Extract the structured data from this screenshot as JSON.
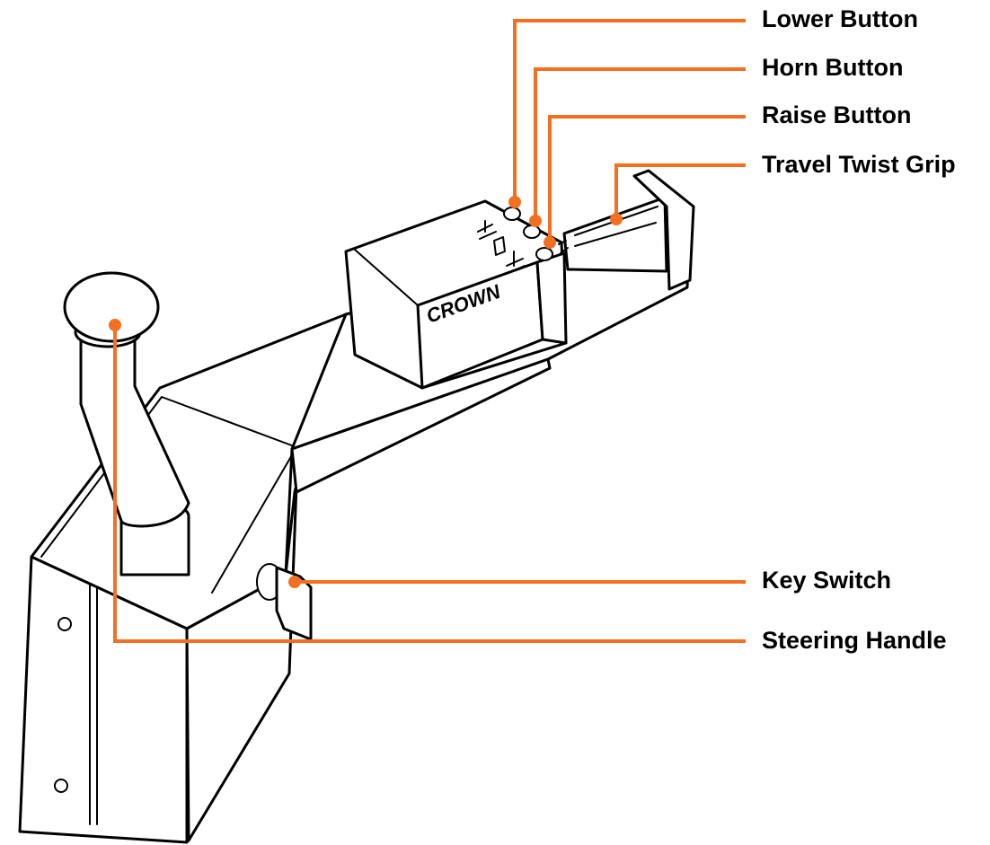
{
  "diagram": {
    "leader_color": "#F36F21",
    "callouts": [
      {
        "id": "lower-button",
        "label": "Lower Button"
      },
      {
        "id": "horn-button",
        "label": "Horn Button"
      },
      {
        "id": "raise-button",
        "label": "Raise Button"
      },
      {
        "id": "travel-twist-grip",
        "label": "Travel Twist Grip"
      },
      {
        "id": "key-switch",
        "label": "Key Switch"
      },
      {
        "id": "steering-handle",
        "label": "Steering Handle"
      }
    ],
    "brand_mark": "CROWN"
  }
}
